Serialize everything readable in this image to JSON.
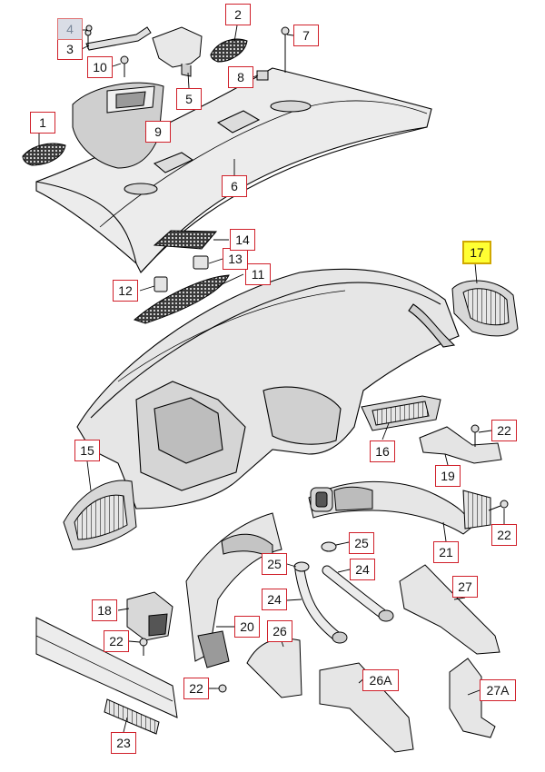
{
  "callouts": [
    {
      "id": "c1",
      "label": "1"
    },
    {
      "id": "c2",
      "label": "2"
    },
    {
      "id": "c3",
      "label": "3"
    },
    {
      "id": "c4",
      "label": "4"
    },
    {
      "id": "c5",
      "label": "5"
    },
    {
      "id": "c6",
      "label": "6"
    },
    {
      "id": "c7",
      "label": "7"
    },
    {
      "id": "c8",
      "label": "8"
    },
    {
      "id": "c9",
      "label": "9"
    },
    {
      "id": "c10",
      "label": "10"
    },
    {
      "id": "c11",
      "label": "11"
    },
    {
      "id": "c12",
      "label": "12"
    },
    {
      "id": "c13",
      "label": "13"
    },
    {
      "id": "c14",
      "label": "14"
    },
    {
      "id": "c15",
      "label": "15"
    },
    {
      "id": "c16",
      "label": "16"
    },
    {
      "id": "c17",
      "label": "17"
    },
    {
      "id": "c18",
      "label": "18"
    },
    {
      "id": "c19",
      "label": "19"
    },
    {
      "id": "c20",
      "label": "20"
    },
    {
      "id": "c21",
      "label": "21"
    },
    {
      "id": "c22a",
      "label": "22"
    },
    {
      "id": "c22b",
      "label": "22"
    },
    {
      "id": "c22c",
      "label": "22"
    },
    {
      "id": "c22d",
      "label": "22"
    },
    {
      "id": "c23",
      "label": "23"
    },
    {
      "id": "c24a",
      "label": "24"
    },
    {
      "id": "c24b",
      "label": "24"
    },
    {
      "id": "c25a",
      "label": "25"
    },
    {
      "id": "c25b",
      "label": "25"
    },
    {
      "id": "c26",
      "label": "26"
    },
    {
      "id": "c26a",
      "label": "26A"
    },
    {
      "id": "c27",
      "label": "27"
    },
    {
      "id": "c27a",
      "label": "27A"
    }
  ],
  "colors": {
    "callout_border": "#d0202a",
    "highlight_fill": "#ffff33",
    "faded_fill": "#d9dde6",
    "part_fill": "#ececec",
    "line": "#000000"
  }
}
